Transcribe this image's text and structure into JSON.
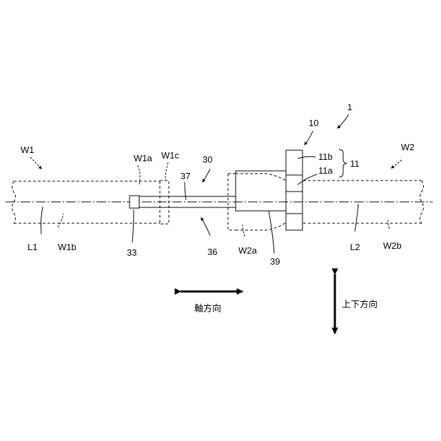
{
  "labels": {
    "assembly": "1",
    "flange_part": "10",
    "flange_11": "11",
    "flange_11a": "11a",
    "flange_11b": "11b",
    "workpiece_1": "W1",
    "workpiece_2": "W2",
    "w1a": "W1a",
    "w1c": "W1c",
    "w1b": "W1b",
    "w2a": "W2a",
    "w2b": "W2b",
    "axis_l1": "L1",
    "axis_l2": "L2",
    "shaft_30": "30",
    "shaft_37": "37",
    "tip_33": "33",
    "shaft_36": "36",
    "hub_39": "39"
  },
  "directions": {
    "axial": "軸方向",
    "vertical": "上下方向"
  },
  "colors": {
    "line": "#000000",
    "background": "#ffffff"
  }
}
